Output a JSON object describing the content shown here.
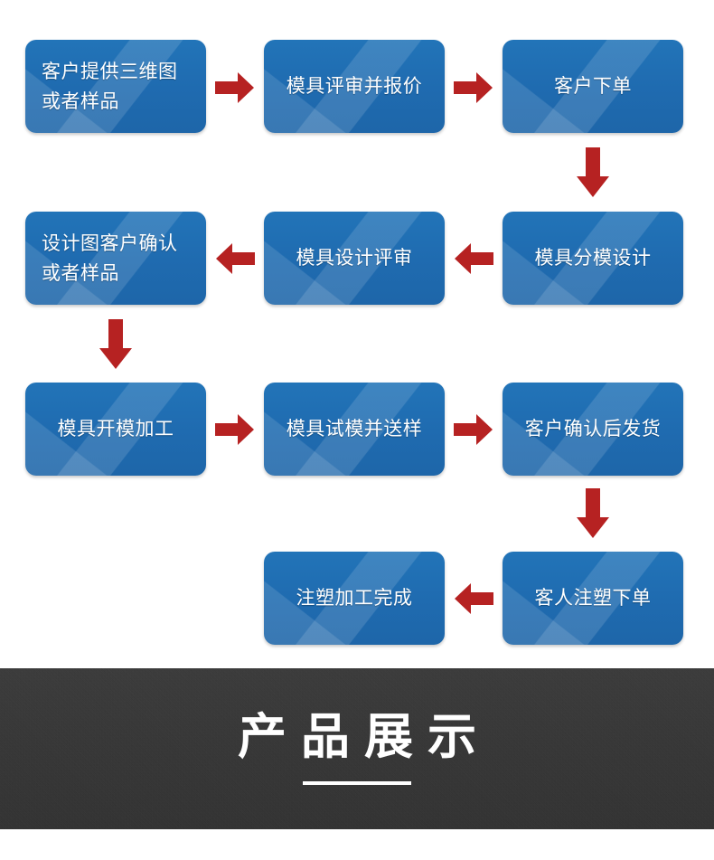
{
  "flow": {
    "type": "process-flowchart",
    "box_color": "#1F6BB0",
    "arrow_color": "#B62222",
    "text_color": "#FFFFFF",
    "boxes": [
      {
        "id": "step-1",
        "label": "客户提供三维图\n或者样品",
        "row": 1,
        "col": 1,
        "lines": 2
      },
      {
        "id": "step-2",
        "label": "模具评审并报价",
        "row": 1,
        "col": 2,
        "lines": 1
      },
      {
        "id": "step-3",
        "label": "客户下单",
        "row": 1,
        "col": 3,
        "lines": 1
      },
      {
        "id": "step-4",
        "label": "模具分模设计",
        "row": 2,
        "col": 3,
        "lines": 1
      },
      {
        "id": "step-5",
        "label": "模具设计评审",
        "row": 2,
        "col": 2,
        "lines": 1
      },
      {
        "id": "step-6",
        "label": "设计图客户确认\n或者样品",
        "row": 2,
        "col": 1,
        "lines": 2
      },
      {
        "id": "step-7",
        "label": "模具开模加工",
        "row": 3,
        "col": 1,
        "lines": 1
      },
      {
        "id": "step-8",
        "label": "模具试模并送样",
        "row": 3,
        "col": 2,
        "lines": 1
      },
      {
        "id": "step-9",
        "label": "客户确认后发货",
        "row": 3,
        "col": 3,
        "lines": 1
      },
      {
        "id": "step-10",
        "label": "客人注塑下单",
        "row": 4,
        "col": 3,
        "lines": 1
      },
      {
        "id": "step-11",
        "label": "注塑加工完成",
        "row": 4,
        "col": 2,
        "lines": 1
      }
    ],
    "arrows": [
      {
        "id": "arrow-1-2",
        "from": "step-1",
        "to": "step-2",
        "direction": "right"
      },
      {
        "id": "arrow-2-3",
        "from": "step-2",
        "to": "step-3",
        "direction": "right"
      },
      {
        "id": "arrow-3-4",
        "from": "step-3",
        "to": "step-4",
        "direction": "down"
      },
      {
        "id": "arrow-4-5",
        "from": "step-4",
        "to": "step-5",
        "direction": "left"
      },
      {
        "id": "arrow-5-6",
        "from": "step-5",
        "to": "step-6",
        "direction": "left"
      },
      {
        "id": "arrow-6-7",
        "from": "step-6",
        "to": "step-7",
        "direction": "down"
      },
      {
        "id": "arrow-7-8",
        "from": "step-7",
        "to": "step-8",
        "direction": "right"
      },
      {
        "id": "arrow-8-9",
        "from": "step-8",
        "to": "step-9",
        "direction": "right"
      },
      {
        "id": "arrow-9-10",
        "from": "step-9",
        "to": "step-10",
        "direction": "down"
      },
      {
        "id": "arrow-10-11",
        "from": "step-10",
        "to": "step-11",
        "direction": "left"
      }
    ]
  },
  "banner": {
    "title": "产品展示",
    "background_color": "#333333",
    "text_color": "#FFFFFF"
  }
}
